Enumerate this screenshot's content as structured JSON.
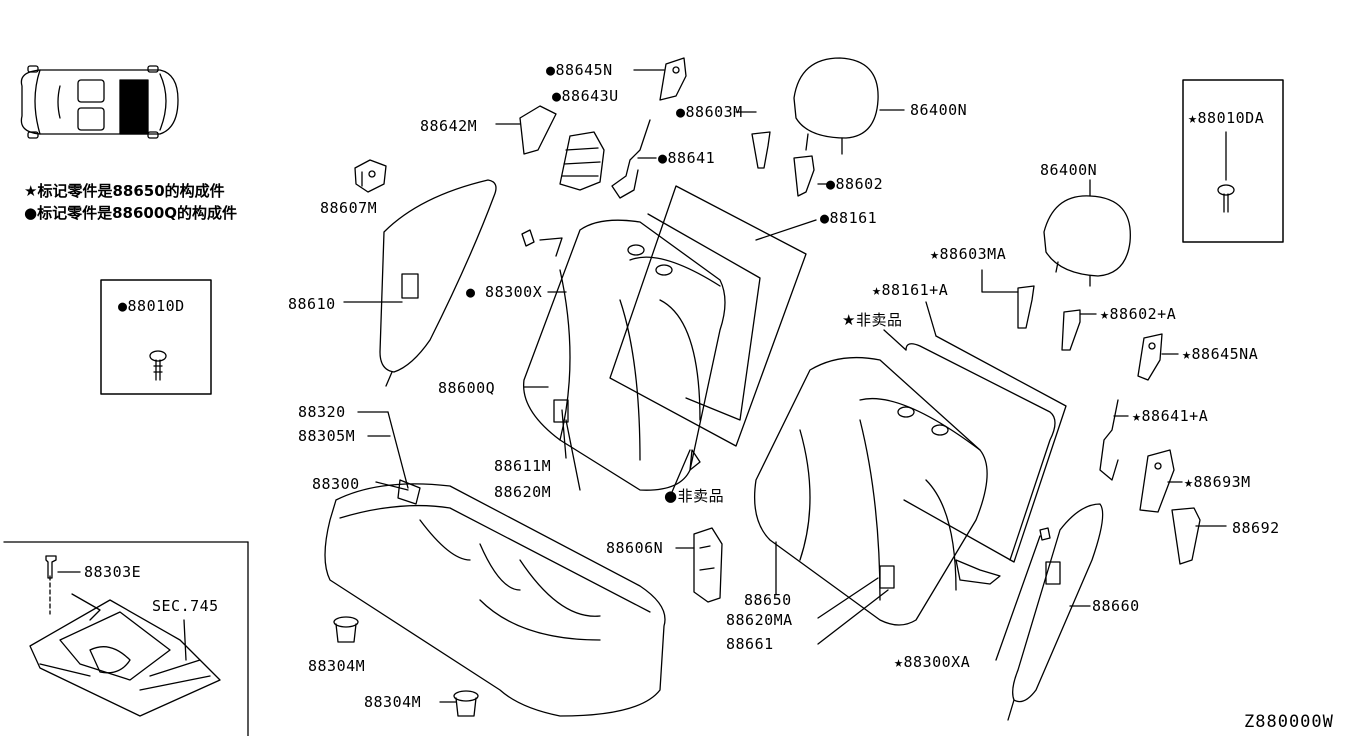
{
  "legend": {
    "star_line": "★标记零件是88650的构成件",
    "dot_line": "●标记零件是88600Q的构成件"
  },
  "inset_boxes": {
    "left_fastener": "●88010D",
    "right_fastener": "★88010DA"
  },
  "labels": {
    "p88645N": "●88645N",
    "p88643U": "●88643U",
    "p88642M": "88642M",
    "p88603M": "●88603M",
    "p88641": "●88641",
    "p88602": "●88602",
    "p86400N_a": "86400N",
    "p86400N_b": "86400N",
    "p88161": "●88161",
    "p88607M": "88607M",
    "p88610": "88610",
    "p88300X": "● 88300X",
    "p88600Q": "88600Q",
    "p88611M": "88611M",
    "p88620M": "88620M",
    "p_not_sold_1": "●非卖品",
    "p88320": "88320",
    "p88305M": "88305M",
    "p88300": "88300",
    "p88303E": "88303E",
    "sec745": "SEC.745",
    "p88304M_a": "88304M",
    "p88304M_b": "88304M",
    "p88606N": "88606N",
    "p88650": "88650",
    "p88620MA": "88620MA",
    "p88661": "88661",
    "p88300XA": "★88300XA",
    "p88660": "88660",
    "p88603MA": "★88603MA",
    "p88161A": "★88161+A",
    "p_not_sold_2": "★非卖品",
    "p88602A": "★88602+A",
    "p88645NA": "★88645NA",
    "p88641A": "★88641+A",
    "p88693M": "★88693M",
    "p88692": "88692"
  },
  "diagram_code": "Z880000W"
}
